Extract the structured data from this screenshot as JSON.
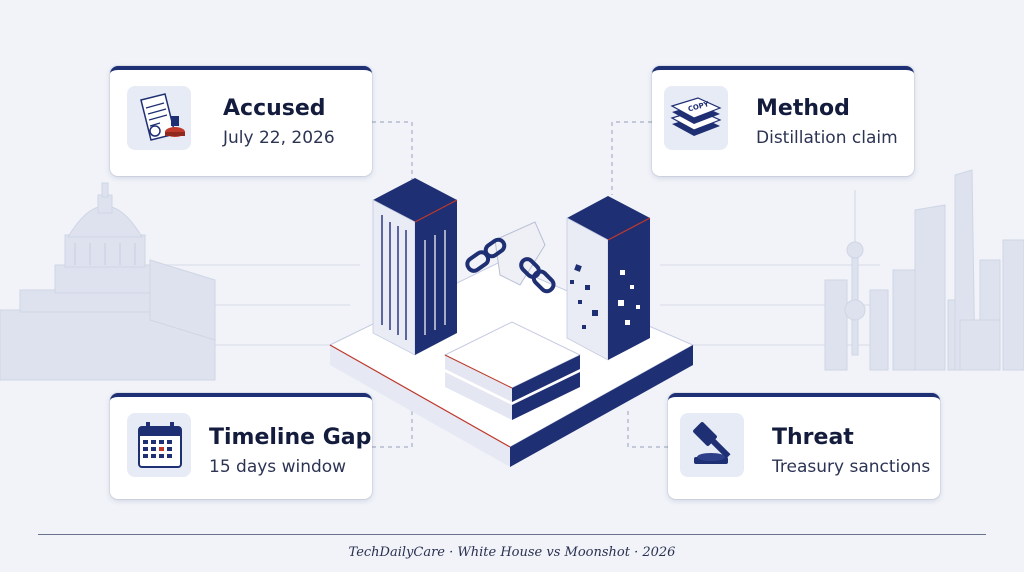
{
  "cards": {
    "accused": {
      "title": "Accused",
      "subtitle": "July 22, 2026",
      "icon": "document-seal-icon"
    },
    "method": {
      "title": "Method",
      "subtitle": "Distillation claim",
      "icon": "copy-stack-icon",
      "icon_text": "COPY"
    },
    "timeline": {
      "title": "Timeline Gap",
      "subtitle": "15 days window",
      "icon": "calendar-icon"
    },
    "threat": {
      "title": "Threat",
      "subtitle": "Treasury sanctions",
      "icon": "gavel-icon"
    }
  },
  "footer": {
    "text": "TechDailyCare · White House vs Moonshot · 2026"
  },
  "colors": {
    "navy": "#1f2f73",
    "accent_red": "#c0392b",
    "background": "#f1f3f9",
    "card": "#ffffff"
  }
}
